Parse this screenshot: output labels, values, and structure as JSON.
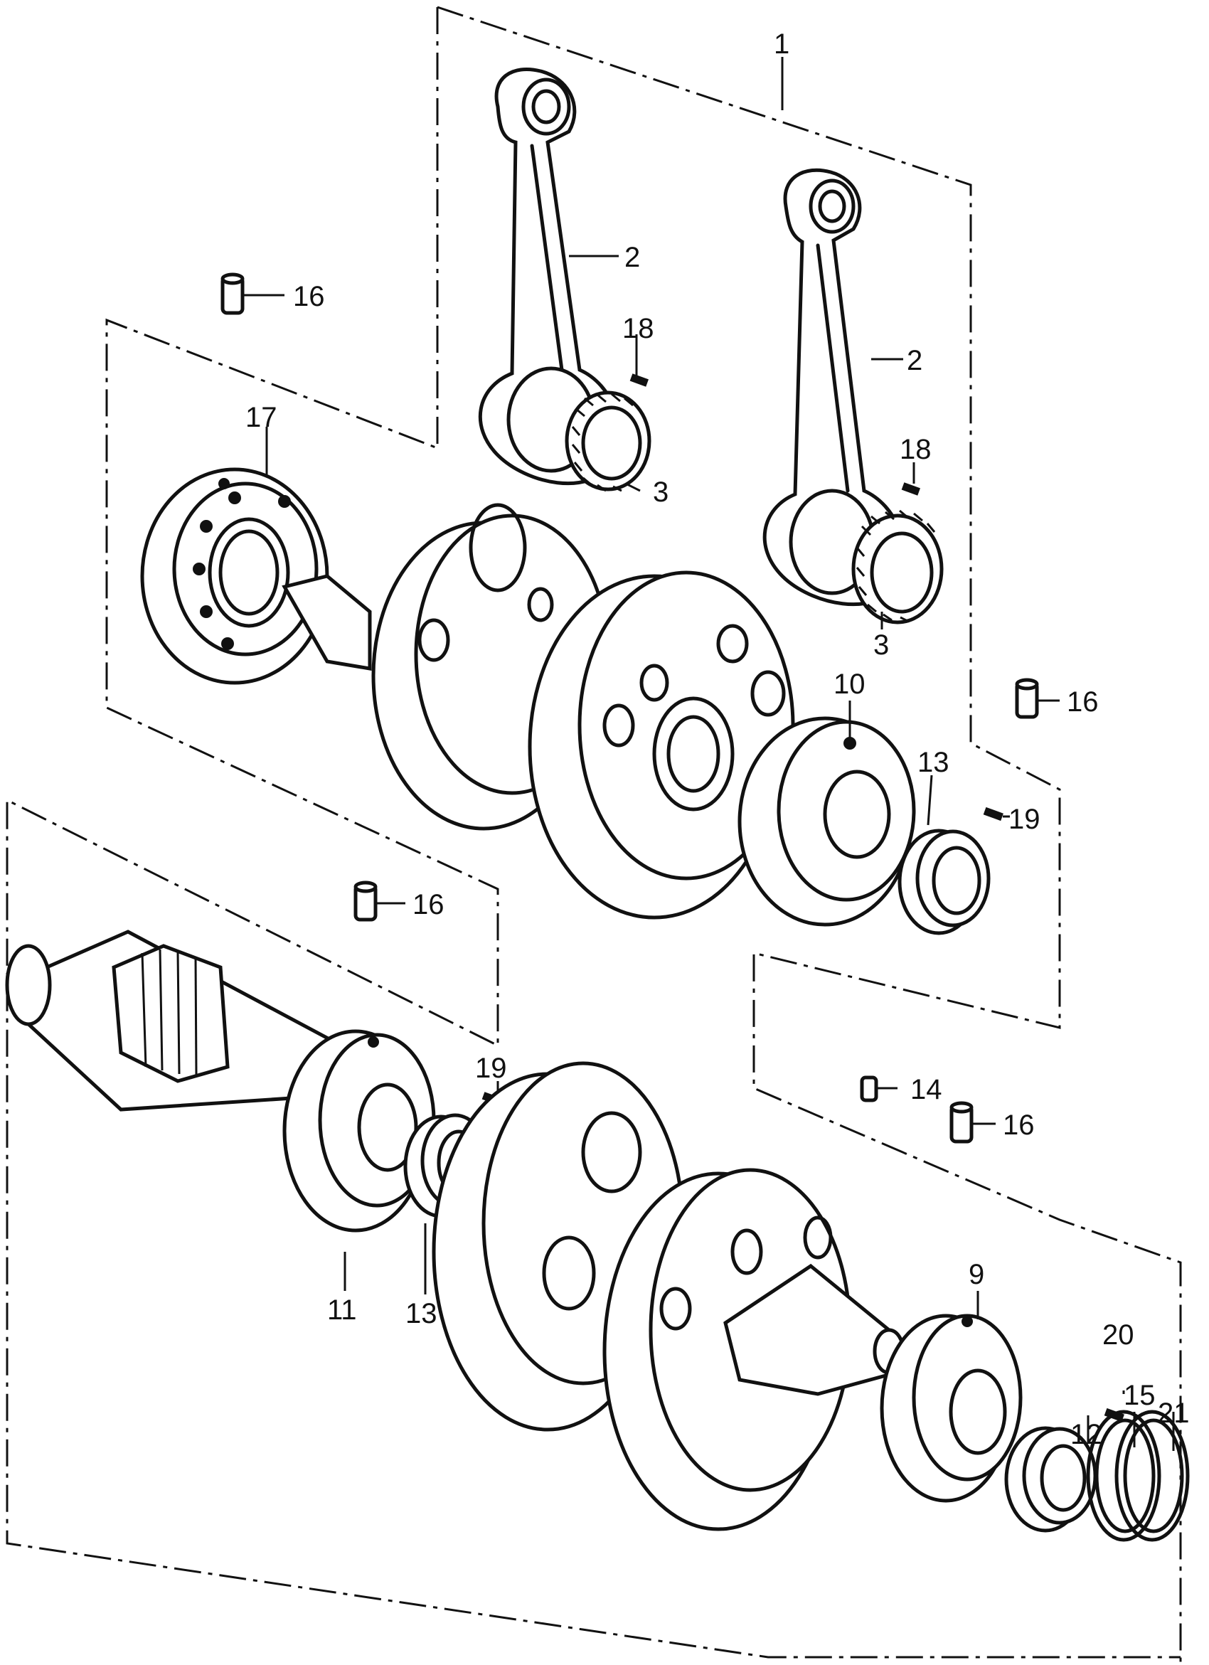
{
  "callouts": {
    "c1": "1",
    "c2a": "2",
    "c2b": "2",
    "c3a": "3",
    "c3b": "3",
    "c9": "9",
    "c10": "10",
    "c11": "11",
    "c12": "12",
    "c13a": "13",
    "c13b": "13",
    "c14": "14",
    "c15": "15",
    "c16a": "16",
    "c16b": "16",
    "c16c": "16",
    "c16d": "16",
    "c17": "17",
    "c18a": "18",
    "c18b": "18",
    "c19a": "19",
    "c19b": "19",
    "c20": "20",
    "c21": "21"
  },
  "colors": {
    "ink": "#111111",
    "paper": "#ffffff"
  }
}
